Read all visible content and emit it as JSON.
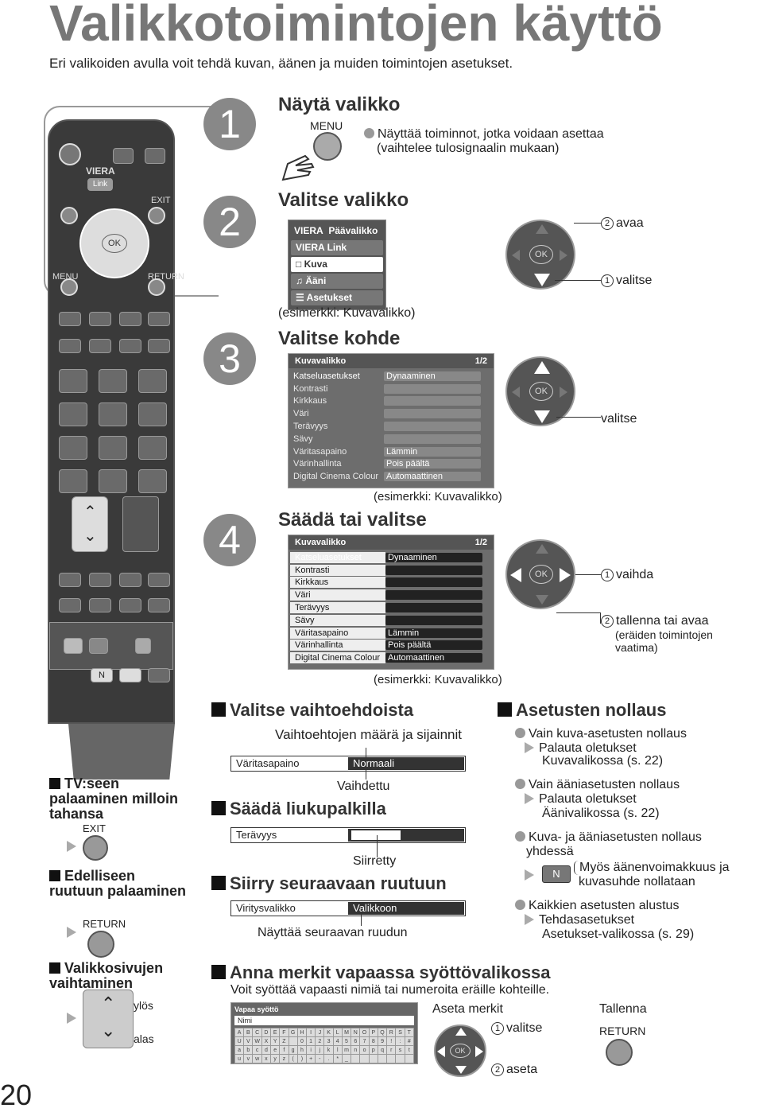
{
  "title": "Valikkotoimintojen käyttö",
  "subtitle": "Eri valikoiden avulla voit tehdä kuvan, äänen ja muiden toimintojen asetukset.",
  "remote": {
    "brand": "VIERA",
    "link": "Link",
    "exit": "EXIT",
    "ok": "OK",
    "menu": "MENU",
    "return": "RETURN",
    "n": "N"
  },
  "steps": [
    {
      "num": "1",
      "title": "Näytä valikko",
      "button": "MENU",
      "note": "Näyttää toiminnot, jotka voidaan asettaa",
      "note2": "(vaihtelee tulosignaalin mukaan)"
    },
    {
      "num": "2",
      "title": "Valitse valikko",
      "menu_head": "Päävalikko",
      "items": [
        "VIERA Link",
        "Kuva",
        "Ääni",
        "Asetukset"
      ],
      "example": "(esimerkki: Kuvavalikko)",
      "open": "avaa",
      "select": "valitse"
    },
    {
      "num": "3",
      "title": "Valitse kohde",
      "select": "valitse",
      "example": "(esimerkki: Kuvavalikko)"
    },
    {
      "num": "4",
      "title": "Säädä tai valitse",
      "change": "vaihda",
      "save": "tallenna tai avaa",
      "save2": "(eräiden toimintojen",
      "save3": "vaatima)",
      "example": "(esimerkki: Kuvavalikko)"
    }
  ],
  "picture_menu": {
    "head": "Kuvavalikko",
    "page": "1/2",
    "rows": [
      {
        "label": "Katseluasetukset",
        "value": "Dynaaminen"
      },
      {
        "label": "Kontrasti",
        "value": ""
      },
      {
        "label": "Kirkkaus",
        "value": ""
      },
      {
        "label": "Väri",
        "value": ""
      },
      {
        "label": "Terävyys",
        "value": ""
      },
      {
        "label": "Sävy",
        "value": ""
      },
      {
        "label": "Väritasapaino",
        "value": "Lämmin"
      },
      {
        "label": "Värinhallinta",
        "value": "Pois päältä"
      },
      {
        "label": "Digital Cinema Colour",
        "value": "Automaattinen"
      }
    ]
  },
  "side": {
    "tv_title": "TV:seen palaaminen milloin tahansa",
    "exit": "EXIT",
    "prev_title": "Edelliseen ruutuun palaaminen",
    "return": "RETURN",
    "pages_title": "Valikkosivujen vaihtaminen",
    "up": "ylös",
    "down": "alas"
  },
  "options": {
    "title": "Valitse vaihtoehdoista",
    "caption": "Vaihtoehtojen määrä ja sijainnit",
    "label": "Väritasapaino",
    "value": "Normaali",
    "changed": "Vaihdettu"
  },
  "slider": {
    "title": "Säädä liukupalkilla",
    "label": "Terävyys",
    "moved": "Siirretty"
  },
  "next": {
    "title": "Siirry seuraavaan ruutuun",
    "label": "Viritysvalikko",
    "value": "Valikkoon",
    "caption": "Näyttää seuraavan ruudun"
  },
  "reset": {
    "title": "Asetusten nollaus",
    "p1": "Vain kuva-asetusten nollaus",
    "p1a": "Palauta oletukset",
    "p1b": "Kuvavalikossa (s. 22)",
    "p2": "Vain ääniasetusten nollaus",
    "p2a": "Palauta oletukset",
    "p2b": "Äänivalikossa (s. 22)",
    "p3": "Kuva- ja ääniasetusten nollaus",
    "p3b": "yhdessä",
    "n": "N",
    "p3c": "Myös äänenvoimakkuus ja",
    "p3d": "kuvasuhde nollataan",
    "p4": "Kaikkien asetusten alustus",
    "p4a": "Tehdasasetukset",
    "p4b": "Asetukset-valikossa (s. 29)"
  },
  "free": {
    "title": "Anna merkit vapaassa syöttövalikossa",
    "sub": "Voit syöttää vapaasti nimiä tai numeroita eräille kohteille.",
    "head": "Vapaa syöttö",
    "name": "Nimi",
    "set": "Aseta merkit",
    "select": "valitse",
    "set2": "aseta",
    "save": "Tallenna",
    "return": "RETURN",
    "rows": [
      [
        "A",
        "B",
        "C",
        "D",
        "E",
        "F",
        "G",
        "H",
        "I",
        "J",
        "K",
        "L",
        "M",
        "N",
        "O",
        "P",
        "Q",
        "R",
        "S",
        "T"
      ],
      [
        "U",
        "V",
        "W",
        "X",
        "Y",
        "Z",
        " ",
        "0",
        "1",
        "2",
        "3",
        "4",
        "5",
        "6",
        "7",
        "8",
        "9",
        "!",
        ":",
        "#"
      ],
      [
        "a",
        "b",
        "c",
        "d",
        "e",
        "f",
        "g",
        "h",
        "i",
        "j",
        "k",
        "l",
        "m",
        "n",
        "o",
        "p",
        "q",
        "r",
        "s",
        "t"
      ],
      [
        "u",
        "v",
        "w",
        "x",
        "y",
        "z",
        "(",
        ")",
        "+",
        "-",
        ".",
        "*",
        "_",
        "",
        "",
        "",
        "",
        "",
        "",
        ""
      ]
    ]
  },
  "page_number": "20"
}
